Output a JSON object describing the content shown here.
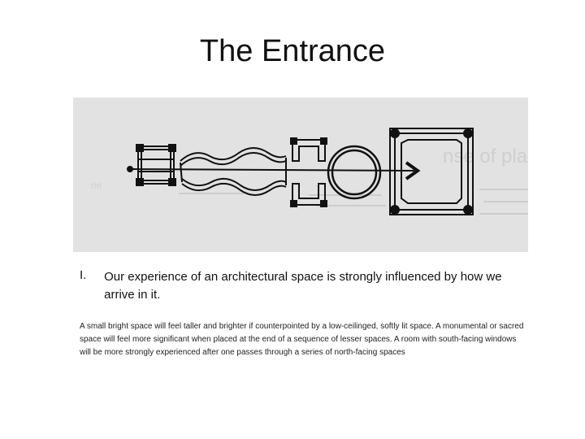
{
  "slide": {
    "title": "The Entrance",
    "point": {
      "number": "I.",
      "text": "Our experience of an architectural space is strongly influenced by how we arrive in it."
    },
    "body": "A small bright space will feel taller and brighter if counterpointed by a low-ceilinged, softly lit space. A monumental or sacred space will feel more significant when placed at the end of a sequence of lesser spaces. A room with south-facing windows will be more strongly experienced after one passes through a series of north-facing spaces"
  },
  "figure": {
    "ghost_text": [
      "nse of plac",
      "ne"
    ],
    "sketch_elements": [
      "small-gate",
      "wavy-corridor",
      "narrow-portal",
      "round-room",
      "destination-room",
      "path-arrow"
    ]
  }
}
